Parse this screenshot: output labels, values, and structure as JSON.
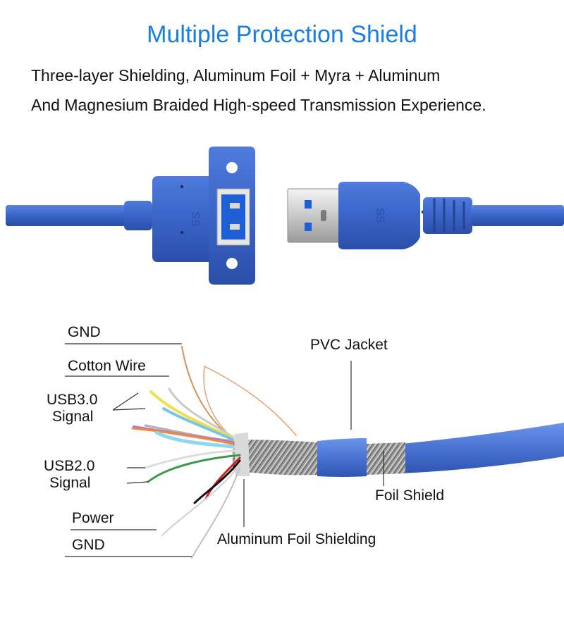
{
  "header": {
    "title": "Multiple Protection Shield",
    "subtitle_line1": "Three-layer Shielding, Aluminum Foil + Myra + Aluminum",
    "subtitle_line2": "And Magnesium Braided High-speed Transmission Experience."
  },
  "diagram": {
    "labels": {
      "gnd_top": "GND",
      "cotton_wire": "Cotton Wire",
      "usb3_line1": "USB3.0",
      "usb3_line2": "Signal",
      "usb2_line1": "USB2.0",
      "usb2_line2": "Signal",
      "power": "Power",
      "gnd_bottom": "GND",
      "pvc_jacket": "PVC Jacket",
      "foil_shield": "Foil Shield",
      "aluminum_foil_shielding": "Aluminum Foil Shielding"
    },
    "colors": {
      "cable_blue": "#3a64c8",
      "title_blue": "#1a7ee0",
      "usb3_blue": "#1e5fd6"
    }
  }
}
